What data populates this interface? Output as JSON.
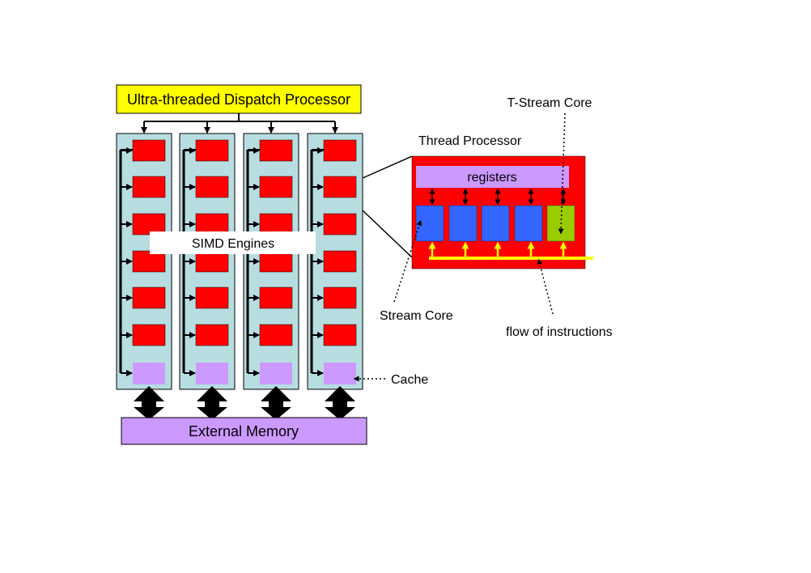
{
  "dispatch": {
    "label": "Ultra-threaded Dispatch Processor"
  },
  "simd": {
    "label": "SIMD Engines",
    "engine_count": 4,
    "units_per_engine": 6
  },
  "memory": {
    "label": "External Memory"
  },
  "cache": {
    "label": "Cache"
  },
  "thread_processor": {
    "title": "Thread Processor",
    "registers_label": "registers",
    "stream_core_count": 4,
    "t_stream_core_count": 1
  },
  "callouts": {
    "t_stream_core": "T-Stream Core",
    "stream_core": "Stream Core",
    "flow_of_instructions": "flow of instructions"
  },
  "colors": {
    "dispatch_fill": "#ffff00",
    "engine_fill": "#b7dde1",
    "alu_fill": "#ff0000",
    "cache_fill": "#cc99ff",
    "memory_fill": "#cc99ff",
    "processor_fill": "#ff0000",
    "registers_fill": "#cc99ff",
    "stream_core_fill": "#3366ff",
    "t_stream_core_fill": "#99cc00",
    "instruction_flow": "#ffff00"
  }
}
